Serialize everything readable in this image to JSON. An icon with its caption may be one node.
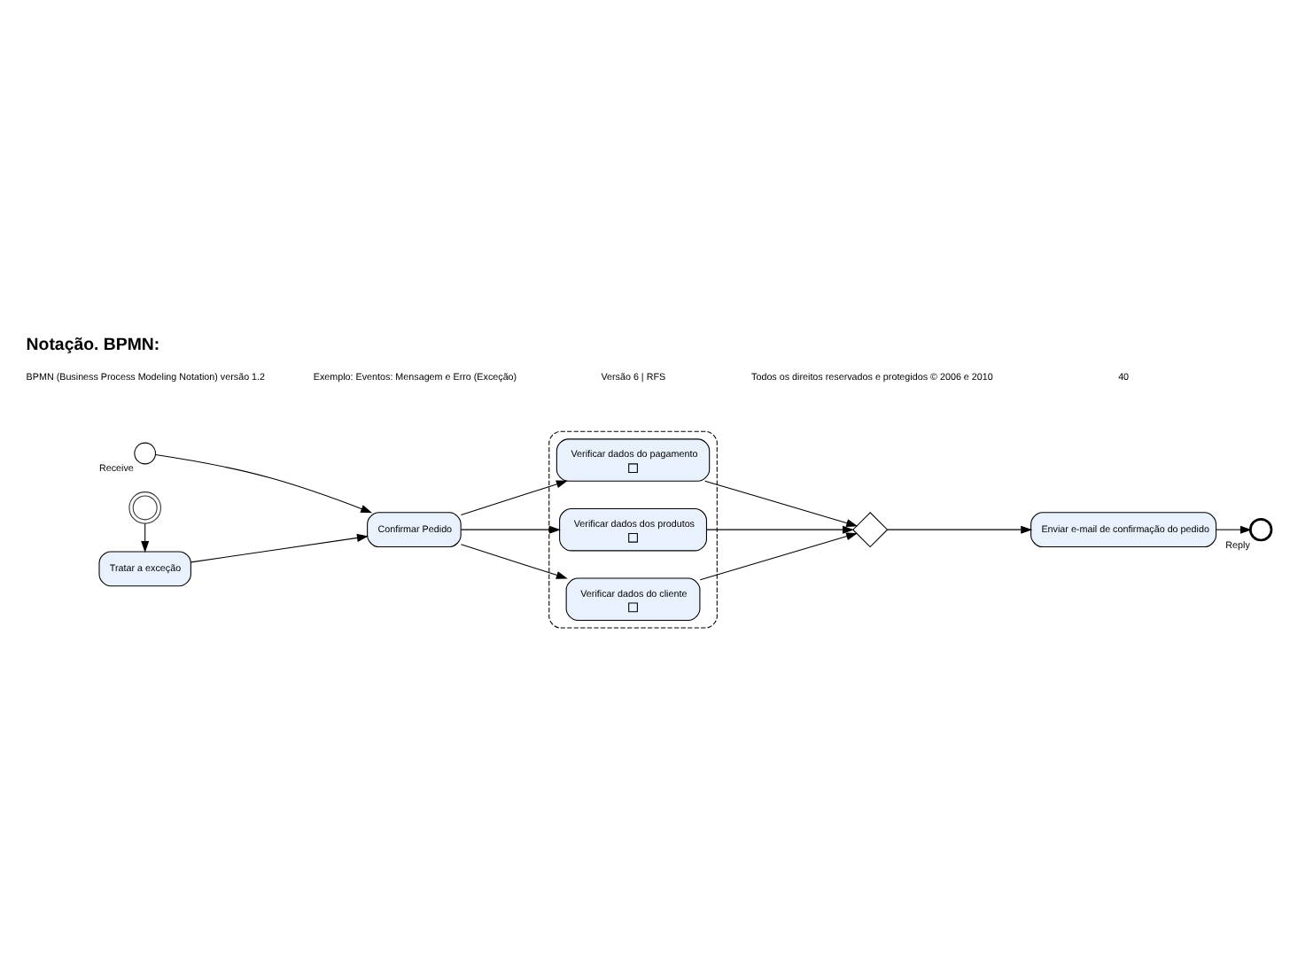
{
  "diagram": {
    "title": "Notação. BPMN:",
    "nodes": [
      {
        "text": [],
        "shape": "circle",
        "beside": [
          "Receive"
        ]
      },
      {
        "text": [
          "Confirmar Pedido"
        ]
      },
      {
        "text": [],
        "shape": "circle"
      },
      {
        "text": [],
        "shape": "box"
      },
      {
        "text": [
          "Verificar dados do pagamento"
        ],
        "in": 3
      },
      {
        "text": [
          "Verificar dados dos produtos"
        ],
        "in": 3
      },
      {
        "text": [
          "Verificar dados do cliente"
        ],
        "in": 3
      },
      {
        "text": [],
        "shape": "diamond"
      },
      {
        "text": [
          "Enviar e-mail de confirmação do pedido"
        ]
      },
      {
        "text": [],
        "shape": "circle",
        "beside": [
          "Reply"
        ]
      },
      {
        "text": [
          "Tratar a exceção"
        ]
      }
    ],
    "edges": [
      {
        "from": 0,
        "to": 1,
        "arrow": "to"
      },
      {
        "from": 1,
        "to": 4,
        "arrow": "to"
      },
      {
        "from": 1,
        "to": 5,
        "arrow": "to"
      },
      {
        "from": 1,
        "to": 6,
        "arrow": "to"
      },
      {
        "from": 4,
        "to": 7,
        "arrow": "to"
      },
      {
        "from": 5,
        "to": 7,
        "arrow": "to"
      },
      {
        "from": 6,
        "to": 7,
        "arrow": "to"
      },
      {
        "from": 7,
        "to": 8,
        "arrow": "to"
      },
      {
        "from": 8,
        "to": 9,
        "arrow": "to"
      },
      {
        "from": 2,
        "to": 10,
        "arrow": "to"
      },
      {
        "from": 10,
        "to": 1,
        "arrow": "to"
      }
    ],
    "labels": [
      "BPMN (Business Process Modeling Notation) versão 1.2",
      "Exemplo: Eventos: Mensagem e Erro (Exceção)",
      "Versão 6 | RFS",
      "Todos os direitos reservados e protegidos © 2006 e 2010",
      "40"
    ]
  }
}
